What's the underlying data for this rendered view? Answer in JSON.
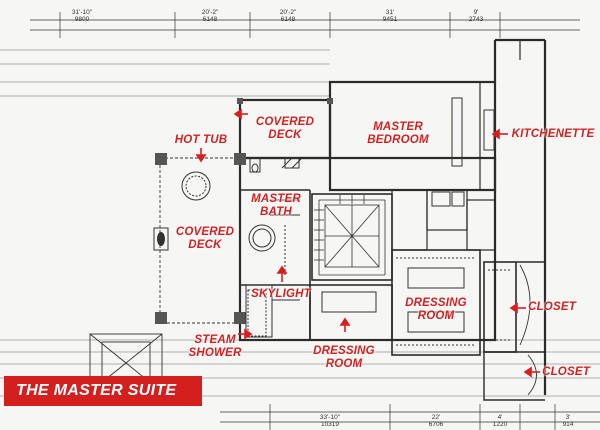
{
  "title_banner": "THE MASTER SUITE",
  "colors": {
    "accent": "#d41f1f",
    "label": "#d81e1e",
    "line": "#2b2b2b"
  },
  "labels": {
    "hot_tub": "HOT TUB",
    "covered_deck_top_1": "COVERED",
    "covered_deck_top_2": "DECK",
    "master_bedroom_1": "MASTER",
    "master_bedroom_2": "BEDROOM",
    "kitchenette": "KITCHENETTE",
    "master_bath_1": "MASTER",
    "master_bath_2": "BATH",
    "covered_deck_left_1": "COVERED",
    "covered_deck_left_2": "DECK",
    "skylight": "SKYLIGHT",
    "dressing_room_right_1": "DRESSING",
    "dressing_room_right_2": "ROOM",
    "closet_1": "CLOSET",
    "steam_shower_1": "STEAM",
    "steam_shower_2": "SHOWER",
    "dressing_room_bottom_1": "DRESSING",
    "dressing_room_bottom_2": "ROOM",
    "closet_2": "CLOSET"
  },
  "dimensions_top": [
    {
      "ft": "31'-10\"",
      "mm": "9800"
    },
    {
      "ft": "20'-2\"",
      "mm": "6148"
    },
    {
      "ft": "20'-2\"",
      "mm": "6148"
    },
    {
      "ft": "31'",
      "mm": "9451"
    },
    {
      "ft": "9'",
      "mm": "2743"
    }
  ],
  "dimensions_bottom": [
    {
      "ft": "33'-10\"",
      "mm": "10319"
    },
    {
      "ft": "22'",
      "mm": "6706"
    },
    {
      "ft": "4'",
      "mm": "1220"
    },
    {
      "ft": "3'",
      "mm": "914"
    }
  ]
}
